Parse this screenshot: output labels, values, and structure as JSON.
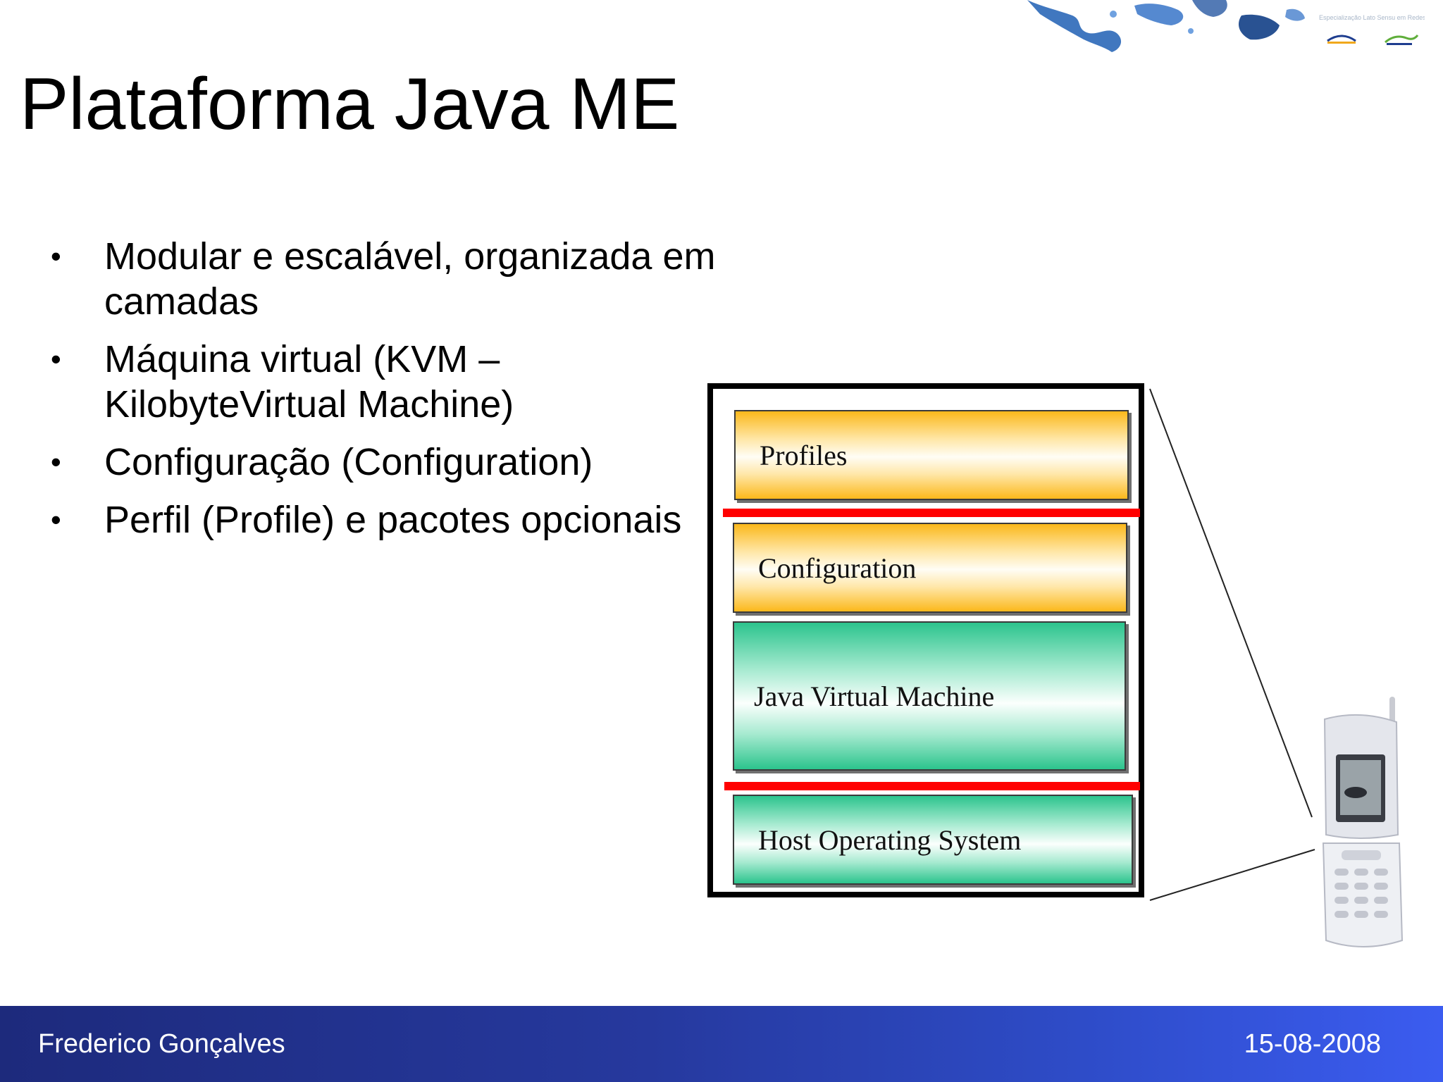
{
  "slide": {
    "title": "Plataforma Java ME",
    "bullets": [
      "Modular e escalável, organizada em camadas",
      "Máquina virtual (KVM – KilobyteVirtual Machine)",
      "Configuração (Configuration)",
      "Perfil (Profile) e pacotes opcionais"
    ]
  },
  "diagram": {
    "layers": [
      "Profiles",
      "Configuration",
      "Java Virtual Machine",
      "Host Operating System"
    ],
    "colors": {
      "top_layers": "#fbb81b",
      "bottom_layers": "#2cc48d",
      "separator": "#ff0000",
      "frame": "#000000"
    }
  },
  "header": {
    "sponsor_text": "Especialização Lato Sensu em Redes de Serviço Multimédia"
  },
  "footer": {
    "author": "Frederico Gonçalves",
    "date": "15-08-2008"
  }
}
